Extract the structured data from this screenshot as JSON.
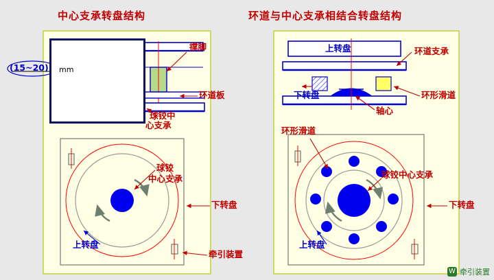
{
  "titles": {
    "left": "中心支承转盘结构",
    "right": "环道与中心支承相结合转盘结构"
  },
  "left_panel": {
    "inset_dim_label": "(15~20)",
    "inset_dim_unit": "mm",
    "labels": {
      "leg": "撑脚",
      "ring_plate": "环道板",
      "ball_hinge_center_support_1": "球铰中",
      "ball_hinge_center_support_2": "心支承",
      "ball_hinge_plan_1": "球铰",
      "ball_hinge_plan_2": "中心支承",
      "lower_turntable": "下转盘",
      "upper_turntable": "上转盘",
      "traction_device": "牵引装置"
    }
  },
  "right_panel": {
    "labels": {
      "upper_turntable_top": "上转盘",
      "ring_support": "环道支承",
      "lower_turntable_section": "下转盘",
      "ring_slideway_section": "环形滑道",
      "axis_center": "轴心",
      "ring_slideway_plan": "环形滑道",
      "ball_hinge_center_support": "球铰中心支承",
      "lower_turntable_plan": "下转盘",
      "upper_turntable_plan": "上转盘"
    }
  },
  "watermark": {
    "icon": "wechat-icon",
    "text": "牵引装置"
  },
  "colors": {
    "title_red": "#c00000",
    "label_blue": "#0000cc",
    "panel_fill": "#ffffe6",
    "panel_border": "#cfd96a",
    "part_blue": "#0000ee",
    "hatch_blue": "#1a1aff",
    "red_line": "#ff0000",
    "green_fill": "#b7d98a",
    "yellow_fill": "#ffff66"
  }
}
